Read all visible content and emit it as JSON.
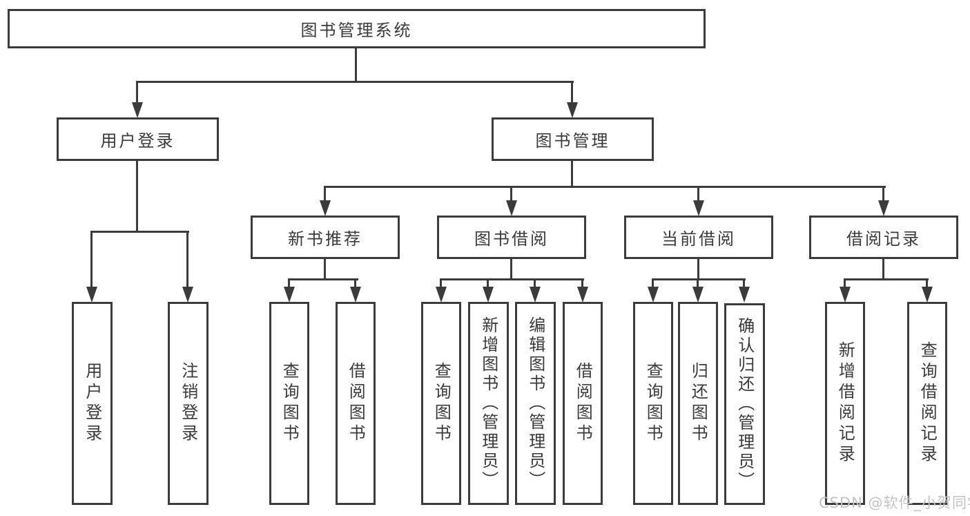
{
  "diagram_title": "图书管理系统",
  "tree": {
    "label": "图书管理系统",
    "children": [
      {
        "label": "用户登录",
        "children": [
          {
            "label": "用户登录"
          },
          {
            "label": "注销登录"
          }
        ]
      },
      {
        "label": "图书管理",
        "children": [
          {
            "label": "新书推荐",
            "children": [
              {
                "label": "查询图书"
              },
              {
                "label": "借阅图书"
              }
            ]
          },
          {
            "label": "图书借阅",
            "children": [
              {
                "label": "查询图书"
              },
              {
                "label": "新增图书（管理员）"
              },
              {
                "label": "编辑图书（管理员）"
              },
              {
                "label": "借阅图书"
              }
            ]
          },
          {
            "label": "当前借阅",
            "children": [
              {
                "label": "查询图书"
              },
              {
                "label": "归还图书"
              },
              {
                "label": "确认归还（管理员）"
              }
            ]
          },
          {
            "label": "借阅记录",
            "children": [
              {
                "label": "新增借阅记录"
              },
              {
                "label": "查询借阅记录"
              }
            ]
          }
        ]
      }
    ]
  },
  "watermark": "CSDN @软件_小贺同学",
  "colors": {
    "line": "#3b3b3b",
    "text": "#3a3a3a",
    "background": "#ffffff",
    "watermark": "#c3c3c3"
  }
}
